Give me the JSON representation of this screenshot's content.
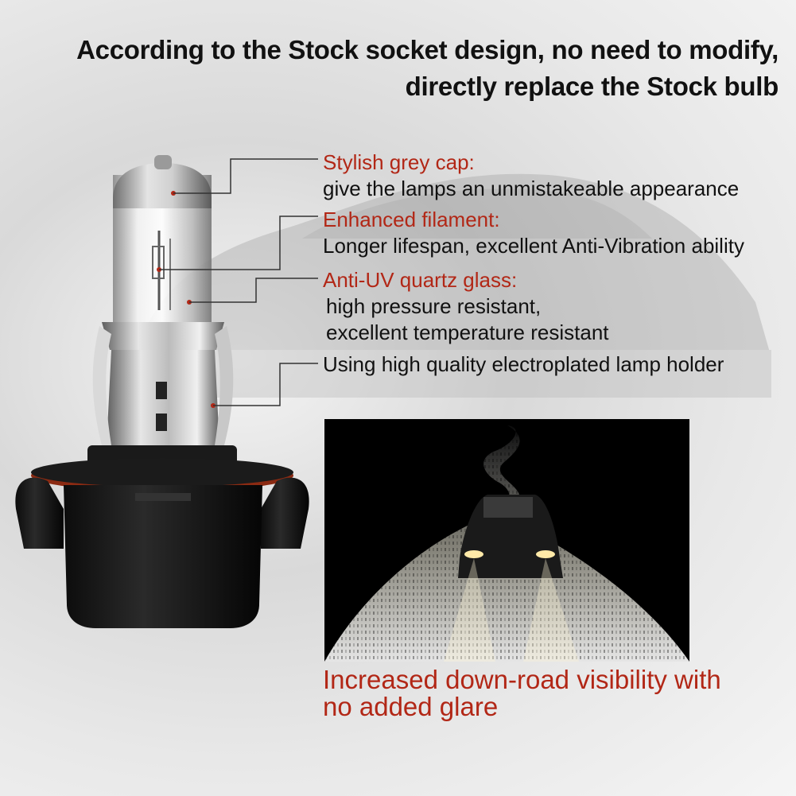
{
  "headline": {
    "line1": "According to the Stock socket design, no need to modify,",
    "line2": "directly replace the Stock bulb"
  },
  "callouts": [
    {
      "title": "Stylish grey cap:",
      "desc": [
        "give the lamps an unmistakeable appearance"
      ]
    },
    {
      "title": "Enhanced filament:",
      "desc": [
        "Longer lifespan, excellent Anti-Vibration ability"
      ]
    },
    {
      "title": "Anti-UV quartz glass:",
      "desc": [
        "high pressure resistant,",
        "excellent temperature resistant"
      ]
    },
    {
      "title": "",
      "desc": [
        "Using high quality electroplated lamp holder"
      ]
    }
  ],
  "caption": {
    "line1": "Increased down-road visibility with",
    "line2": "no added glare"
  },
  "colors": {
    "accent_red": "#b22716",
    "text": "#111111",
    "photo_bg": "#000000"
  }
}
